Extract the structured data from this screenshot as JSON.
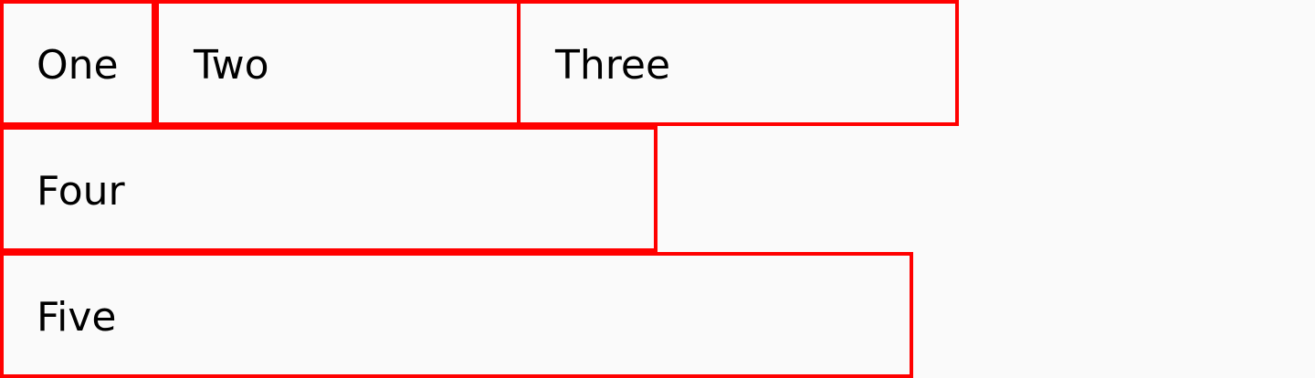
{
  "boxes": [
    {
      "label": "One"
    },
    {
      "label": "Two"
    },
    {
      "label": "Three"
    },
    {
      "label": "Four"
    },
    {
      "label": "Five"
    }
  ],
  "colors": {
    "border": "#ff0000",
    "background": "#fafafa",
    "text": "#000000"
  }
}
